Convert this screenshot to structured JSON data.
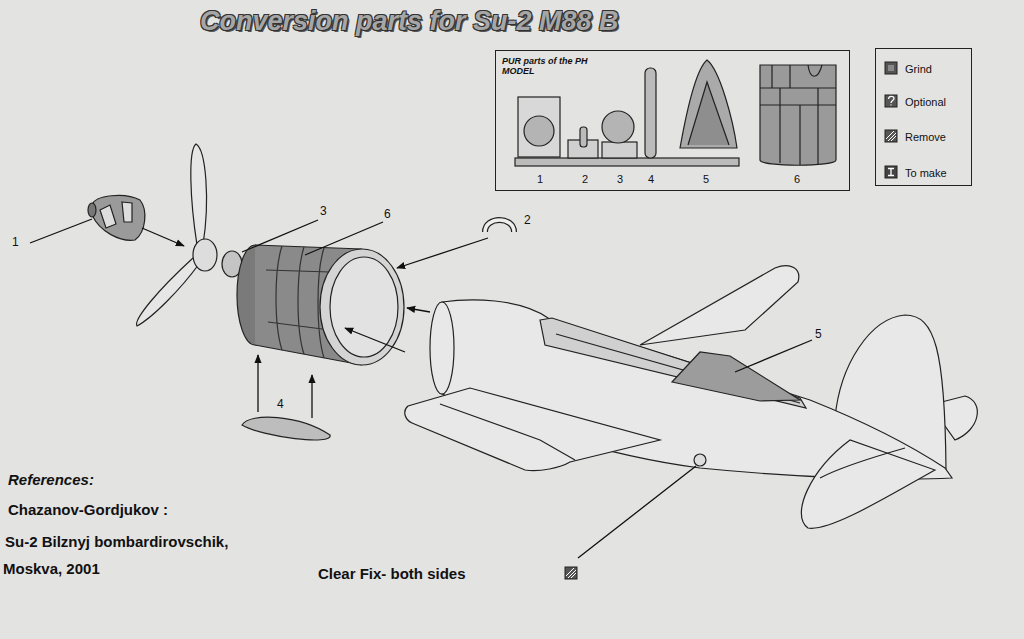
{
  "diagram": {
    "title": "Conversion parts for Su-2 M88 B",
    "nodes": [
      {
        "text": [
          "PUR parts of the PH MODEL",
          "1",
          "2",
          "3",
          "4",
          "5",
          "6"
        ]
      }
    ],
    "labels": [
      "1",
      "3",
      "6",
      "2",
      "5",
      "4",
      "References:",
      "Chazanov-Gordjukov :",
      "Su-2 Bilznyj bombardirovschik,",
      "Moskva, 2001",
      "Clear Fix- both sides"
    ],
    "legend": [
      {
        "text": "Grind"
      },
      {
        "text": "Optional"
      },
      {
        "text": "Remove"
      },
      {
        "text": "To make"
      }
    ]
  }
}
